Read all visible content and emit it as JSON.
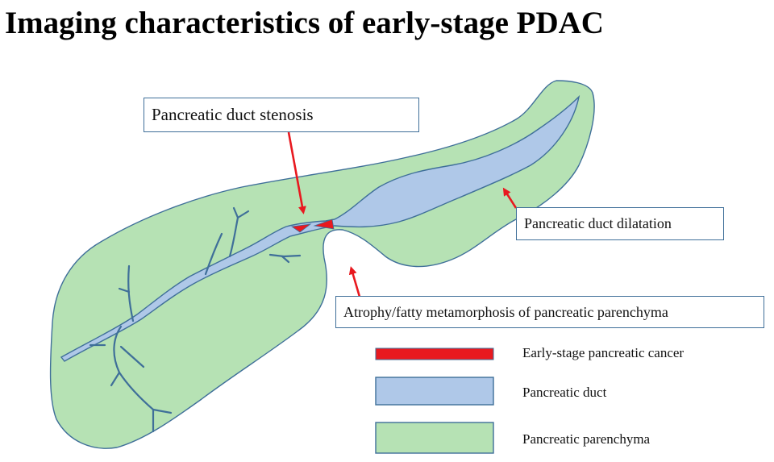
{
  "title": "Imaging characteristics of early-stage PDAC",
  "callouts": {
    "stenosis": "Pancreatic duct stenosis",
    "dilatation": "Pancreatic duct dilatation",
    "atrophy": "Atrophy/fatty metamorphosis of pancreatic parenchyma"
  },
  "legend": [
    {
      "label": "Early-stage pancreatic cancer",
      "color": "#e8191f"
    },
    {
      "label": "Pancreatic duct",
      "color": "#afc8e8"
    },
    {
      "label": "Pancreatic parenchyma",
      "color": "#b6e2b4"
    }
  ],
  "colors": {
    "parenchyma": "#b6e2b4",
    "duct": "#afc8e8",
    "outline": "#3f6f99",
    "cancer": "#e8191f",
    "arrow": "#e8191f"
  }
}
